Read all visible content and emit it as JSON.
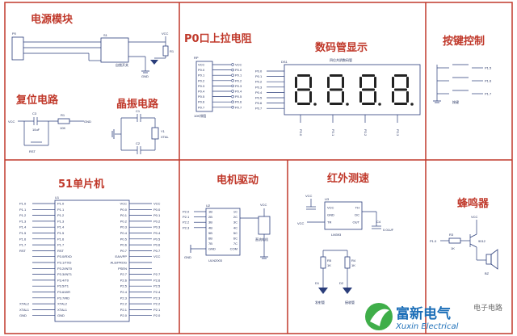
{
  "titles": {
    "power": "电源模块",
    "reset": "复位电路",
    "crystal": "晶振电路",
    "pullup": "P0口上拉电阻",
    "display": "数码管显示",
    "keys": "按键控制",
    "mcu": "51单片机",
    "motor": "电机驱动",
    "ir": "红外测速",
    "buzzer": "蜂鸣器"
  },
  "power": {
    "p0": "P0",
    "s1": "S1",
    "vcc": "VCC",
    "gnd": "GND",
    "r1": "R1",
    "part": "自锁开关"
  },
  "reset": {
    "c3": "C3",
    "c3_val": "10uF",
    "r1": "R1",
    "r1_val": "10K",
    "vcc": "VCC",
    "gnd": "GND",
    "rst": "RST"
  },
  "crystal": {
    "c1": "C1",
    "c2": "C2",
    "y1": "Y1",
    "xtal": "XTAL",
    "gnd": "GND"
  },
  "pullup": {
    "rp": "RP",
    "vcc": "VCC",
    "pins": [
      "P0.0",
      "P0.1",
      "P0.2",
      "P0.3",
      "P0.4",
      "P0.5",
      "P0.6",
      "P0.7"
    ],
    "part": "10K排阻"
  },
  "display": {
    "ds": "DS1",
    "caption": "四位共阴数码管",
    "pins": [
      "P0.0",
      "P0.1",
      "P0.2",
      "P0.3",
      "P0.4",
      "P0.5",
      "P0.6",
      "P0.7"
    ],
    "digits": [
      "P2.0",
      "P2.1",
      "P2.2",
      "P2.3"
    ]
  },
  "keys": {
    "labels": [
      "P1.5",
      "P1.6",
      "P1.7"
    ],
    "part": "按键",
    "gnd": "GND"
  },
  "mcu": {
    "u1": "U1",
    "left_pins": [
      "P1.0",
      "P1.1",
      "P1.2",
      "P1.3",
      "P1.4",
      "P1.5",
      "P1.6",
      "P1.7",
      "RST",
      "P3.0/RXD",
      "P3.1/TXD",
      "P3.2/INT0",
      "P3.3/INT1",
      "P3.4/T0",
      "P3.5/T1",
      "P3.6/WR",
      "P3.7/RD",
      "XTAL2",
      "XTAL1",
      "GND"
    ],
    "right_pins": [
      "VCC",
      "P0.0",
      "P0.1",
      "P0.2",
      "P0.3",
      "P0.4",
      "P0.5",
      "P0.6",
      "P0.7",
      "EA/VPP",
      "ALE/PROG",
      "PSEN",
      "P2.7",
      "P2.6",
      "P2.5",
      "P2.4",
      "P2.3",
      "P2.2",
      "P2.1",
      "P2.0"
    ],
    "left_nets": [
      "P1.0",
      "P1.1",
      "P1.2",
      "P1.3",
      "P1.4",
      "P1.5",
      "P1.6",
      "P1.7",
      "RST",
      "",
      "",
      "",
      "",
      "",
      "",
      "",
      "",
      "XTAL2",
      "XTAL1",
      "GND"
    ],
    "right_nets": [
      "VCC",
      "P0.0",
      "P0.1",
      "P0.2",
      "P0.3",
      "P0.4",
      "P0.5",
      "P0.6",
      "P0.7",
      "VCC",
      "",
      "",
      "P2.7",
      "P2.6",
      "P2.5",
      "P2.4",
      "P2.3",
      "P2.2",
      "P2.1",
      "P2.0"
    ]
  },
  "motor": {
    "u2": "U2",
    "chip": "ULN2003",
    "in_pins": [
      "1B",
      "2B",
      "3B",
      "4B",
      "5B",
      "6B",
      "7B",
      "GND"
    ],
    "out_pins": [
      "1C",
      "2C",
      "3C",
      "4C",
      "5C",
      "6C",
      "7C",
      "COM"
    ],
    "nets": [
      "P2.0",
      "P2.1",
      "P2.2",
      "P2.3"
    ],
    "motor_label": "直流电机",
    "vcc": "VCC",
    "gnd": "GND"
  },
  "ir": {
    "u3": "U3",
    "chip": "LM393",
    "pins": [
      "VCC",
      "GND",
      "TR",
      "TH",
      "DC",
      "OUT"
    ],
    "c": "C4",
    "c_val": "0.01UF",
    "r4": "R4",
    "r5": "R5",
    "r_val": "1K",
    "d1": "D1",
    "d2": "D2",
    "d1_label": "发射管",
    "d2_label": "接收管",
    "vcc": "VCC",
    "gnd": "GND"
  },
  "buzzer": {
    "q": "Q1",
    "r": "R3",
    "r_val": "1K",
    "net": "P1.0",
    "part": "9012",
    "bz": "BZ",
    "vcc": "VCC"
  },
  "watermark": {
    "name": "电子电路",
    "logo_cn": "富新电气",
    "logo_en": "Xuxin Electrical"
  },
  "colors": {
    "frame": "#c0392b",
    "wire": "#2a3d7a",
    "logo": "#1d6fb8"
  }
}
